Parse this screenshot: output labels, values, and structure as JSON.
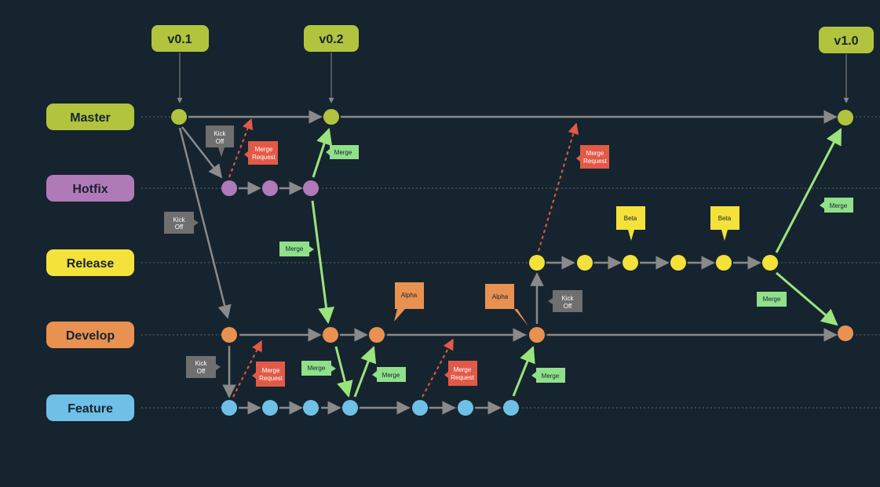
{
  "colors": {
    "background": "#16242f",
    "master": "#b2c43d",
    "hotfix": "#b07ab8",
    "release": "#f4e13a",
    "develop": "#e89150",
    "feature": "#6fc0e6",
    "version_tag": "#b2c43d",
    "merge_note": "#90e08a",
    "merge_request_note": "#e25a47",
    "kickoff_note": "#6f6f6f",
    "alpha_note": "#e89150",
    "beta_note": "#f4e13a",
    "arrow_gray": "#8a8a8a",
    "arrow_green": "#9be37c",
    "arrow_red": "#e25a47"
  },
  "branches": [
    {
      "key": "master",
      "label": "Master"
    },
    {
      "key": "hotfix",
      "label": "Hotfix"
    },
    {
      "key": "release",
      "label": "Release"
    },
    {
      "key": "develop",
      "label": "Develop"
    },
    {
      "key": "feature",
      "label": "Feature"
    }
  ],
  "version_tags": [
    "v0.1",
    "v0.2",
    "v1.0"
  ],
  "notes": {
    "kick_off": [
      "Kick",
      "Off"
    ],
    "merge": "Merge",
    "merge_request": [
      "Merge",
      "Request"
    ],
    "alpha": "Alpha",
    "beta": "Beta"
  }
}
